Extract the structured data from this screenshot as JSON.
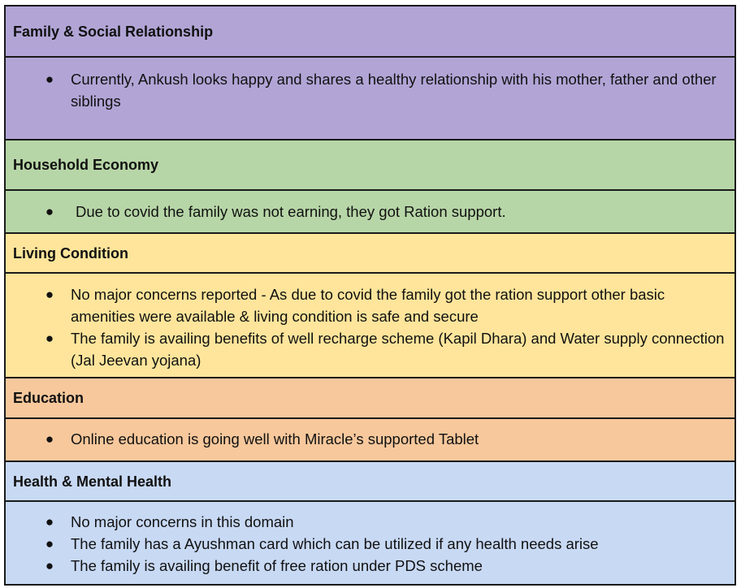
{
  "sections": [
    {
      "title": "Family & Social Relationship",
      "color": "#b2a5d6",
      "bullets": [
        "Currently, Ankush looks happy and shares a healthy relationship with his mother, father and other siblings"
      ]
    },
    {
      "title": "Household Economy",
      "color": "#b7d6a7",
      "bullets": [
        "Due to covid the family was not earning, they got Ration support."
      ]
    },
    {
      "title": "Living Condition",
      "color": "#fee59b",
      "bullets": [
        "No major concerns reported - As due to covid the family got the ration support other basic amenities were available & living condition is safe and secure",
        "The family is availing benefits of well recharge scheme (Kapil Dhara) and Water supply connection (Jal Jeevan yojana)"
      ]
    },
    {
      "title": "Education",
      "color": "#f7c89c",
      "bullets": [
        "Online education is going well with Miracle’s supported Tablet"
      ]
    },
    {
      "title": "Health & Mental Health",
      "color": "#c8d9f4",
      "bullets": [
        "No major concerns in this domain",
        "The family has a Ayushman card which can be utilized if any health needs arise",
        "The family is availing benefit of free ration under PDS scheme"
      ]
    }
  ],
  "bullet_symbol": "●"
}
